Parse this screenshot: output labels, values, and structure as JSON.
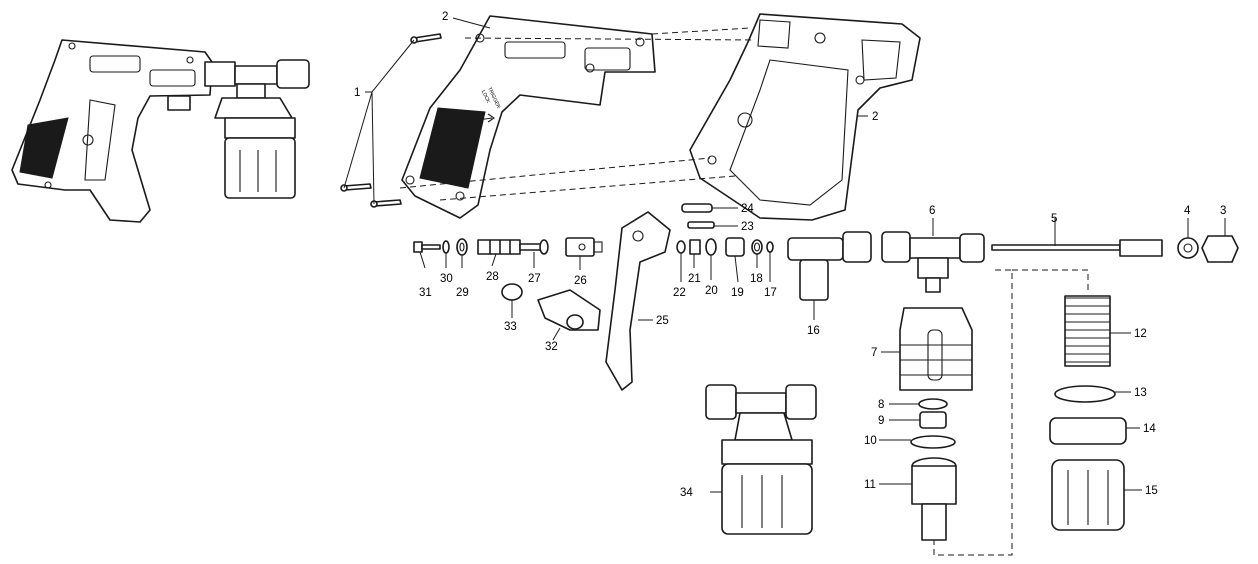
{
  "diagram": {
    "grip_text": {
      "line1": "TRIGGER",
      "line2": "LOCK"
    },
    "callouts": [
      {
        "id": "1",
        "label": "1"
      },
      {
        "id": "2a",
        "label": "2"
      },
      {
        "id": "2b",
        "label": "2"
      },
      {
        "id": "3",
        "label": "3"
      },
      {
        "id": "4",
        "label": "4"
      },
      {
        "id": "5",
        "label": "5"
      },
      {
        "id": "6",
        "label": "6"
      },
      {
        "id": "7",
        "label": "7"
      },
      {
        "id": "8",
        "label": "8"
      },
      {
        "id": "9",
        "label": "9"
      },
      {
        "id": "10",
        "label": "10"
      },
      {
        "id": "11",
        "label": "11"
      },
      {
        "id": "12",
        "label": "12"
      },
      {
        "id": "13",
        "label": "13"
      },
      {
        "id": "14",
        "label": "14"
      },
      {
        "id": "15",
        "label": "15"
      },
      {
        "id": "16",
        "label": "16"
      },
      {
        "id": "17",
        "label": "17"
      },
      {
        "id": "18",
        "label": "18"
      },
      {
        "id": "19",
        "label": "19"
      },
      {
        "id": "20",
        "label": "20"
      },
      {
        "id": "21",
        "label": "21"
      },
      {
        "id": "22",
        "label": "22"
      },
      {
        "id": "23",
        "label": "23"
      },
      {
        "id": "24",
        "label": "24"
      },
      {
        "id": "25",
        "label": "25"
      },
      {
        "id": "26",
        "label": "26"
      },
      {
        "id": "27",
        "label": "27"
      },
      {
        "id": "28",
        "label": "28"
      },
      {
        "id": "29",
        "label": "29"
      },
      {
        "id": "30",
        "label": "30"
      },
      {
        "id": "31",
        "label": "31"
      },
      {
        "id": "32",
        "label": "32"
      },
      {
        "id": "33",
        "label": "33"
      },
      {
        "id": "34",
        "label": "34"
      }
    ]
  }
}
